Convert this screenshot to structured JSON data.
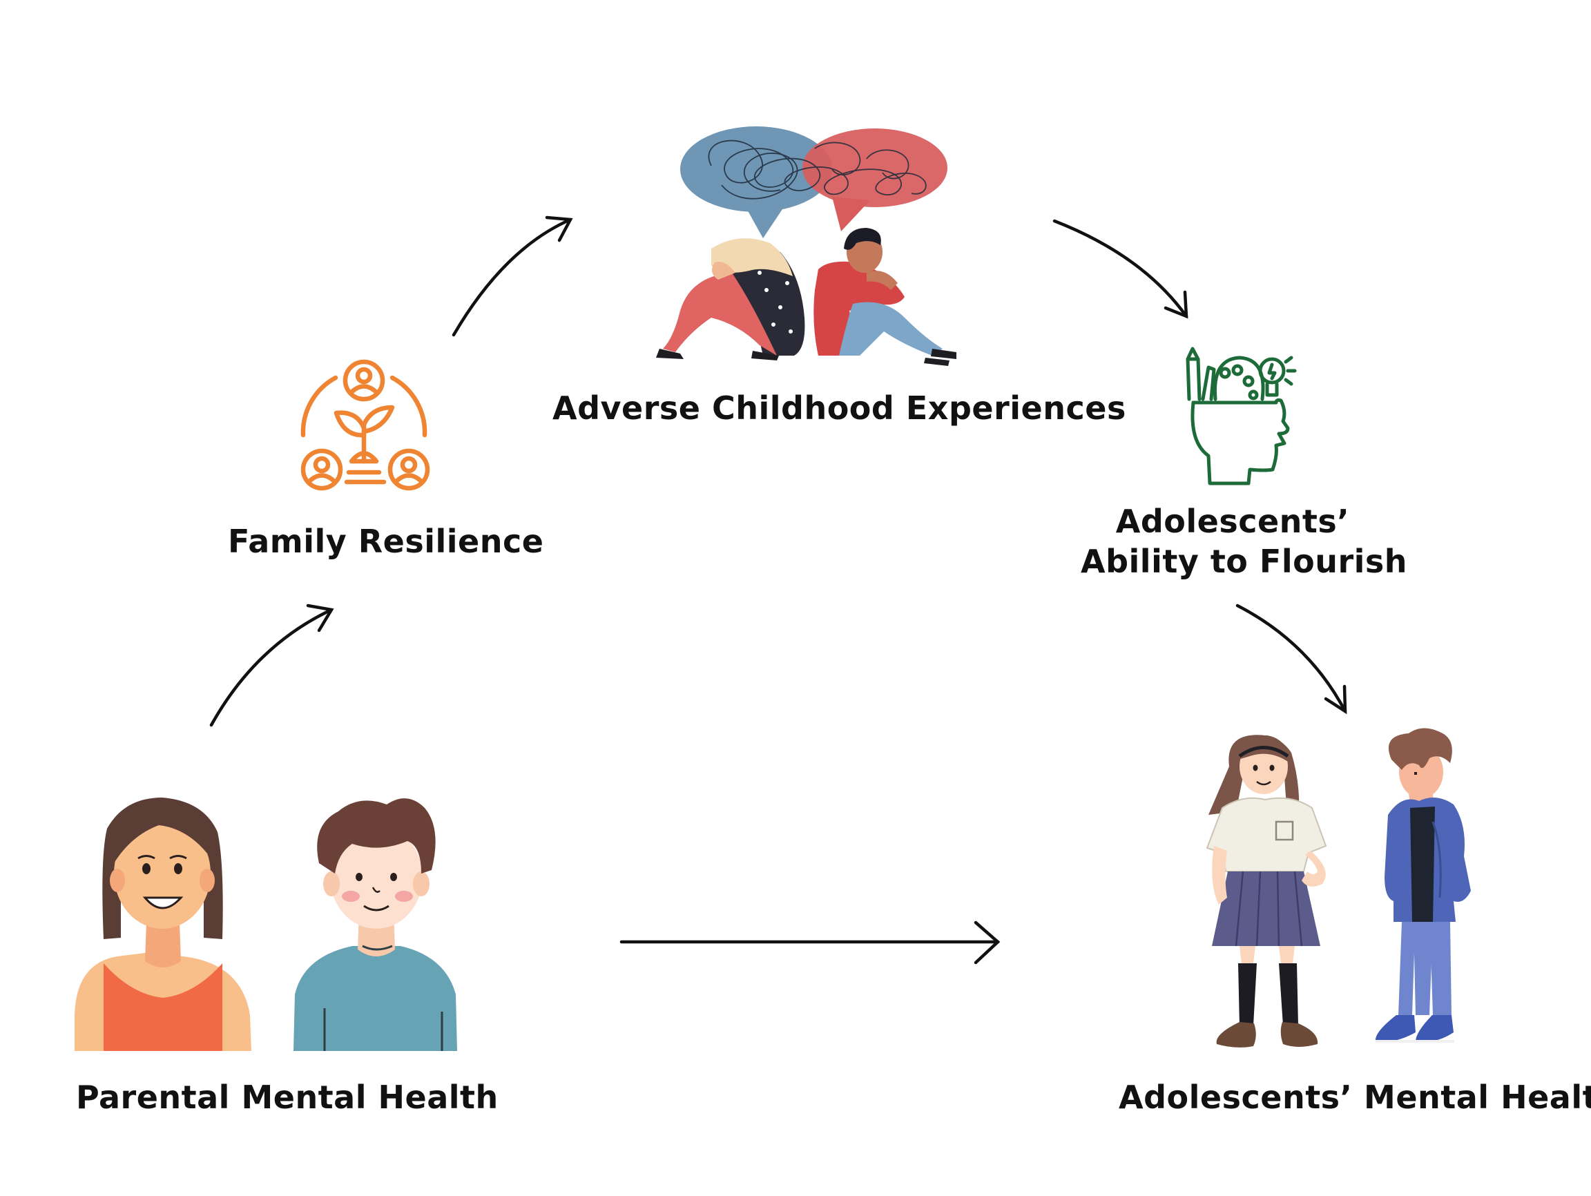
{
  "diagram": {
    "nodes": {
      "parental": {
        "label": "Parental Mental Health",
        "icon": "parents-illustration"
      },
      "resilience": {
        "label": "Family Resilience",
        "icon": "family-resilience-icon",
        "color": "#ef8433"
      },
      "ace": {
        "label": "Adverse Childhood Experiences",
        "icon": "sad-sitting-people-illustration"
      },
      "flourish": {
        "line1": "Adolescents’",
        "line2": "Ability to Flourish",
        "icon": "head-ideas-icon",
        "color": "#1e6b3a"
      },
      "adolescent_mh": {
        "label": "Adolescents’ Mental Health",
        "icon": "teenagers-illustration"
      }
    },
    "edges": [
      {
        "from": "Parental Mental Health",
        "to": "Family Resilience"
      },
      {
        "from": "Family Resilience",
        "to": "Adverse Childhood Experiences"
      },
      {
        "from": "Adverse Childhood Experiences",
        "to": "Adolescents’ Ability to Flourish"
      },
      {
        "from": "Adolescents’ Ability to Flourish",
        "to": "Adolescents’ Mental Health"
      },
      {
        "from": "Parental Mental Health",
        "to": "Adolescents’ Mental Health"
      }
    ],
    "colors": {
      "text": "#111111",
      "arrow": "#111111",
      "bubble_blue": "#6f97b5",
      "bubble_red": "#d85c5c",
      "hoodie_blue": "#4f66b8",
      "tshirt_teal": "#66a3b5",
      "top_orange": "#ef6a45"
    }
  }
}
